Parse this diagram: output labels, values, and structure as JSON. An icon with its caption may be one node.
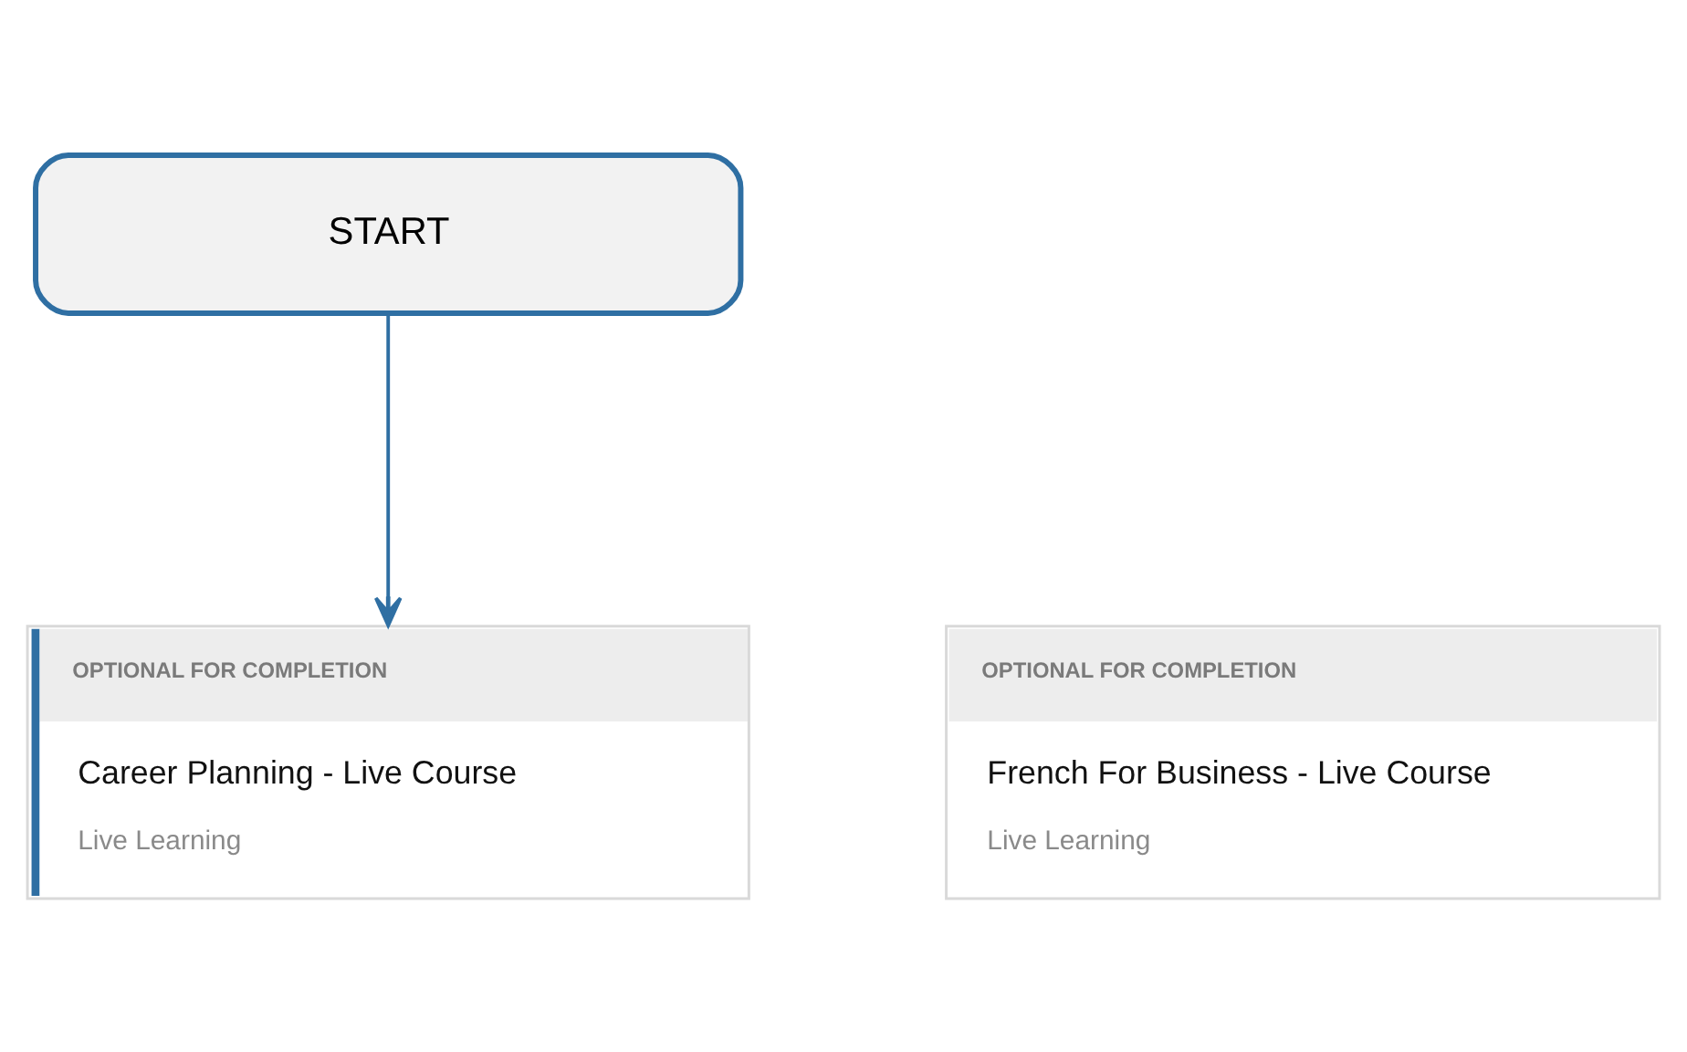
{
  "diagram": {
    "nodes": [
      {
        "text": [
          "START"
        ]
      },
      {
        "text": [
          "OPTIONAL FOR COMPLETION",
          "Career Planning - Live Course",
          "Live Learning"
        ]
      },
      {
        "text": [
          "OPTIONAL FOR COMPLETION",
          "French For Business - Live Course",
          "Live Learning"
        ]
      }
    ],
    "edges": [
      {
        "from": 0,
        "to": 1,
        "arrow": "to"
      }
    ]
  }
}
